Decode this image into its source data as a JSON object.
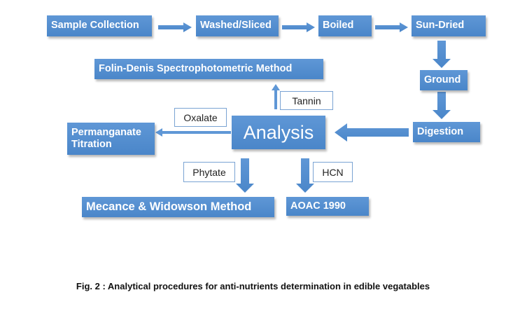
{
  "nodes": {
    "sample_collection": "Sample Collection",
    "washed_sliced": "Washed/Sliced",
    "boiled": "Boiled",
    "sun_dried": "Sun-Dried",
    "ground": "Ground",
    "digestion": "Digestion",
    "analysis": "Analysis",
    "folin_denis": "Folin-Denis Spectrophotometric Method",
    "permanganate": "Permanganate Titration",
    "mecance": "Mecance & Widowson Method",
    "aoac": "AOAC 1990"
  },
  "labels": {
    "tannin": "Tannin",
    "oxalate": "Oxalate",
    "phytate": "Phytate",
    "hcn": "HCN"
  },
  "caption": "Fig. 2 : Analytical procedures for anti-nutrients determination in edible vegatables",
  "colors": {
    "box": "#4f8ace",
    "arrow": "#4f8ace"
  }
}
